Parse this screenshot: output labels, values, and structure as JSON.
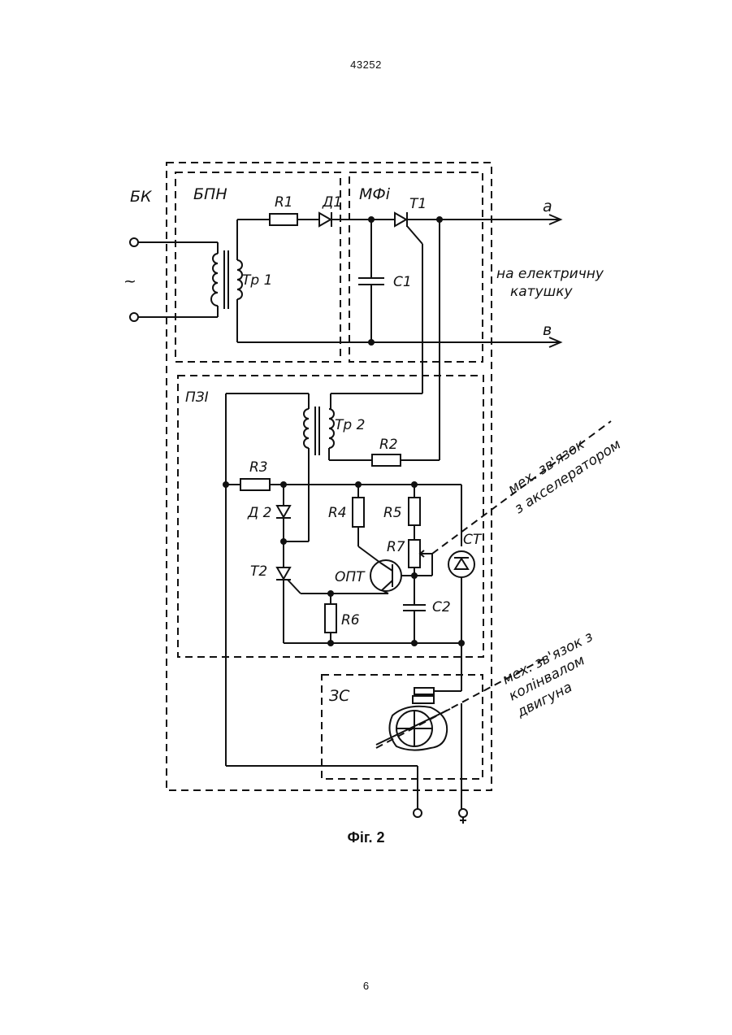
{
  "page": {
    "top_number": "43252",
    "bottom_number": "6",
    "caption": "Фіг. 2"
  },
  "blocks": {
    "bk": "БК",
    "bpn": "БПН",
    "mfi": "МФі",
    "pzi": "ПЗІ",
    "zs": "ЗС"
  },
  "components": {
    "r1": "R1",
    "d1": "Д1",
    "t1": "Т1",
    "tr1": "Тр 1",
    "c1": "С1",
    "tr2": "Тр 2",
    "r2": "R2",
    "r3": "R3",
    "d2": "Д 2",
    "r4": "R4",
    "r5": "R5",
    "r7": "R7",
    "ct": "СТ",
    "t2": "Т2",
    "opt": "ОПТ",
    "r6": "R6",
    "c2": "С2"
  },
  "terminals": {
    "ac_symbol": "~",
    "out_a": "а",
    "out_b": "в"
  },
  "annotations": {
    "coil_line1": "на електричну",
    "coil_line2": "катушку",
    "accel_line1": "мех. зв'язок",
    "accel_line2": "з акселератором",
    "crank_line1": "мех. зв'язок з",
    "crank_line2": "колінвалом",
    "crank_line3": "двигуна"
  }
}
